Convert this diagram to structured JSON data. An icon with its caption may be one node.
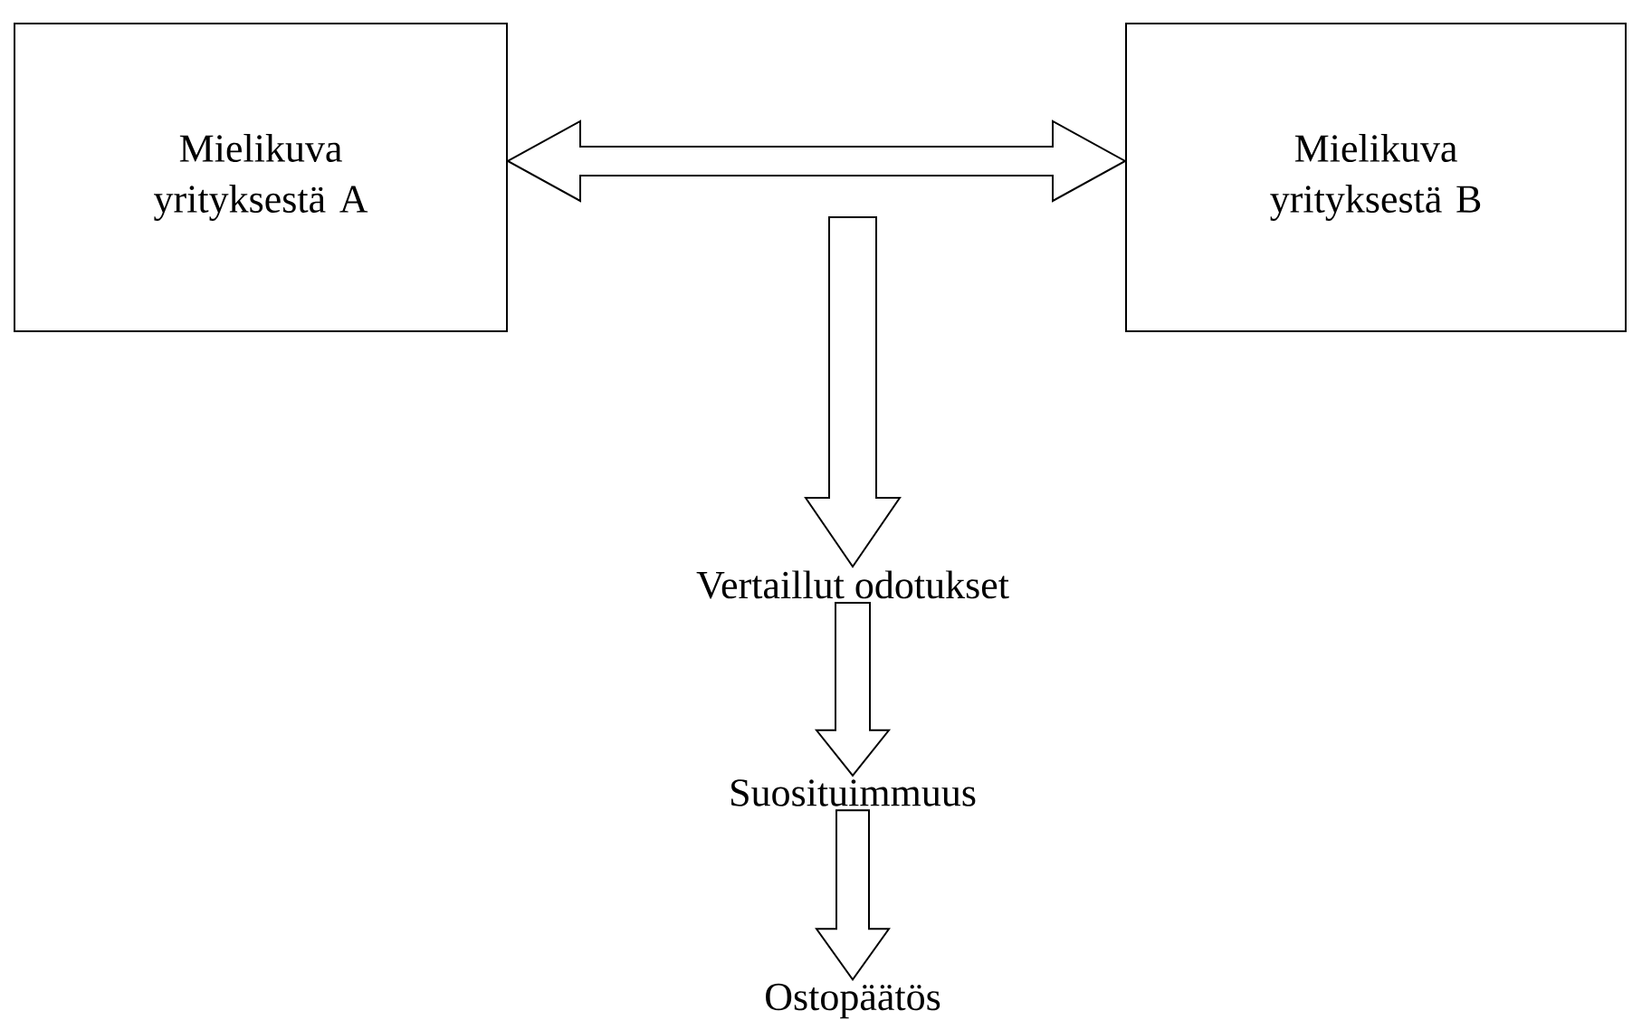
{
  "diagram": {
    "nodes": [
      {
        "text": [
          "Mielikuva yrityksestä A"
        ]
      },
      {
        "text": [
          "Mielikuva yrityksestä B"
        ]
      },
      {
        "text": [
          "Vertaillut odotukset"
        ]
      },
      {
        "text": [
          "Suosituimmuus"
        ]
      },
      {
        "text": [
          "Ostopäätös"
        ]
      }
    ],
    "edges": [
      {
        "from": 0,
        "to": 1,
        "arrow": "both"
      },
      {
        "from": null,
        "to": 2,
        "arrow": "to"
      },
      {
        "from": 2,
        "to": 3,
        "arrow": "to"
      },
      {
        "from": 3,
        "to": 4,
        "arrow": "to"
      }
    ]
  }
}
